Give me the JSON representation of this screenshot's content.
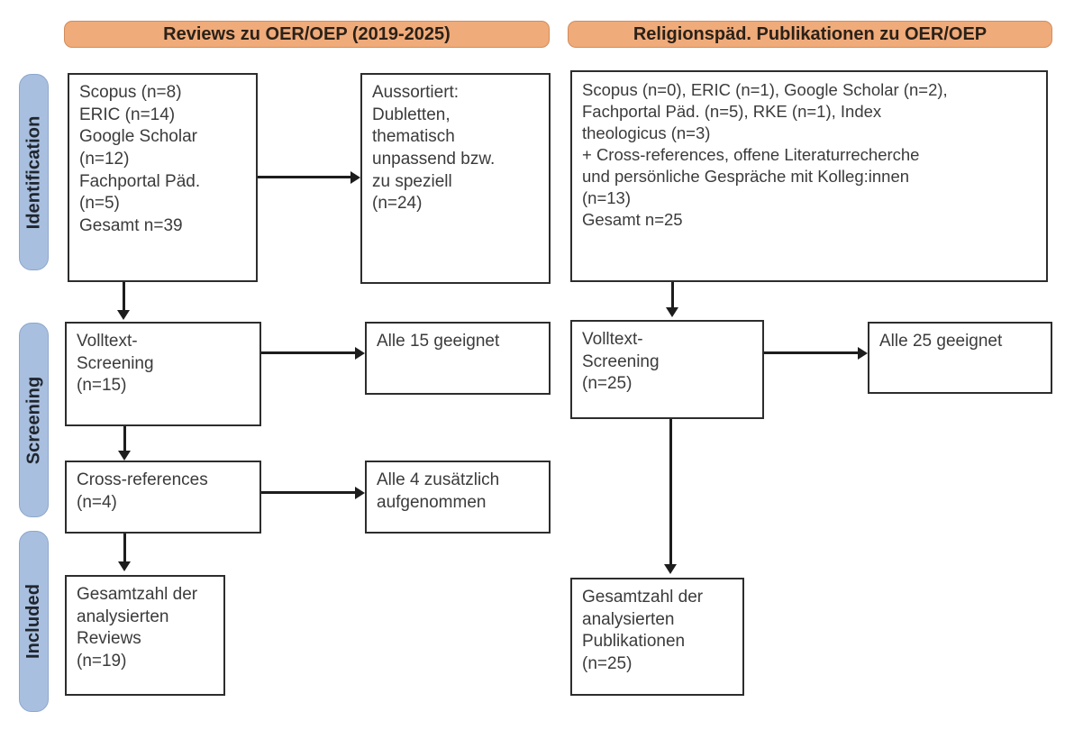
{
  "diagram": {
    "type": "prisma-flow-diagram",
    "stages": [
      {
        "id": "identification",
        "label": "Identification"
      },
      {
        "id": "screening",
        "label": "Screening"
      },
      {
        "id": "included",
        "label": "Included"
      }
    ],
    "columns": [
      {
        "id": "reviews",
        "header": "Reviews zu OER/OEP (2019-2025)"
      },
      {
        "id": "religionspaed",
        "header": "Religionspäd. Publikationen zu OER/OEP"
      }
    ],
    "colors": {
      "stage_tab_fill": "#a9bfdf",
      "stage_tab_border": "#8ca6cc",
      "header_fill": "#f0ab7a",
      "header_border": "#d08c5c",
      "box_border": "#2d2d2d",
      "box_fill": "#ffffff",
      "text": "#3b3b3b",
      "connector": "#1d1d1d"
    },
    "boxes": {
      "left_identification": "Scopus (n=8)\nERIC (n=14)\nGoogle Scholar\n(n=12)\nFachportal Päd.\n(n=5)\nGesamt n=39",
      "left_excluded": "Aussortiert:\nDubletten,\nthematisch\nunpassend bzw.\nzu speziell\n(n=24)",
      "left_screening": "Volltext-\nScreening\n(n=15)",
      "left_screening_result": "Alle 15 geeignet",
      "left_crossrefs": "Cross-references\n(n=4)",
      "left_crossrefs_result": "Alle 4 zusätzlich\naufgenommen",
      "left_included": "Gesamtzahl der\nanalysierten\nReviews\n(n=19)",
      "right_identification": "Scopus (n=0), ERIC (n=1), Google Scholar (n=2),\nFachportal Päd. (n=5), RKE (n=1), Index\ntheologicus (n=3)\n+ Cross-references, offene Literaturrecherche\nund persönliche Gespräche mit Kolleg:innen\n(n=13)\nGesamt n=25",
      "right_screening": "Volltext-\nScreening\n(n=25)",
      "right_screening_result": "Alle 25 geeignet",
      "right_included": "Gesamtzahl der\nanalysierten\nPublikationen\n(n=25)"
    },
    "counts": {
      "left_scopus": 8,
      "left_eric": 14,
      "left_google_scholar": 12,
      "left_fachportal": 5,
      "left_total": 39,
      "left_excluded": 24,
      "left_fulltext_screening": 15,
      "left_crossrefs": 4,
      "left_included": 19,
      "right_scopus": 0,
      "right_eric": 1,
      "right_google_scholar": 2,
      "right_fachportal": 5,
      "right_rke": 1,
      "right_index_theologicus": 3,
      "right_additional": 13,
      "right_total": 25,
      "right_fulltext_screening": 25,
      "right_included": 25
    }
  }
}
